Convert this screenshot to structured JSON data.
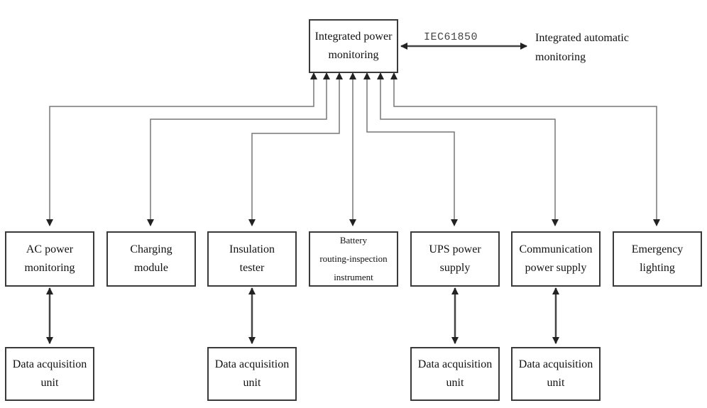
{
  "top_node": {
    "line1": "Integrated power",
    "line2": "monitoring"
  },
  "protocol_label": "IEC61850",
  "external_system": {
    "line1": "Integrated automatic",
    "line2": "monitoring"
  },
  "devices": [
    {
      "line1": "AC power",
      "line2": "monitoring"
    },
    {
      "line1": "Charging",
      "line2": "module"
    },
    {
      "line1": "Insulation",
      "line2": "tester"
    },
    {
      "line1": "Battery",
      "line2": "routing-inspection",
      "line3": "instrument"
    },
    {
      "line1": "UPS power",
      "line2": "supply"
    },
    {
      "line1": "Communication",
      "line2": "power supply"
    },
    {
      "line1": "Emergency",
      "line2": "lighting"
    }
  ],
  "acquisition_units": [
    {
      "line1": "Data acquisition",
      "line2": "unit"
    },
    {
      "line1": "Data acquisition",
      "line2": "unit"
    },
    {
      "line1": "Data acquisition",
      "line2": "unit"
    },
    {
      "line1": "Data acquisition",
      "line2": "unit"
    }
  ]
}
